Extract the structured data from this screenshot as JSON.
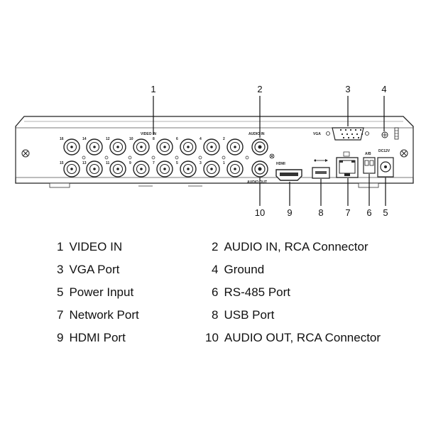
{
  "callouts": [
    "1",
    "2",
    "3",
    "4",
    "10",
    "9",
    "8",
    "7",
    "6",
    "5"
  ],
  "panel_text": {
    "video_in": "VIDEO IN",
    "audio_in": "AUDIO IN",
    "audio_out": "AUDIO OUT",
    "vga": "VGA",
    "hdmi": "HDMI",
    "ab": "A/B",
    "dc": "DC12V"
  },
  "channels_top": [
    "16",
    "14",
    "12",
    "10",
    "8",
    "6",
    "4",
    "2"
  ],
  "channels_bottom": [
    "15",
    "13",
    "11",
    "9",
    "7",
    "5",
    "3",
    "1"
  ],
  "legend": [
    {
      "num": "1",
      "text": "VIDEO IN"
    },
    {
      "num": "2",
      "text": "AUDIO IN, RCA Connector"
    },
    {
      "num": "3",
      "text": "VGA Port"
    },
    {
      "num": "4",
      "text": "Ground"
    },
    {
      "num": "5",
      "text": "Power Input"
    },
    {
      "num": "6",
      "text": "RS-485 Port"
    },
    {
      "num": "7",
      "text": "Network Port"
    },
    {
      "num": "8",
      "text": "USB Port"
    },
    {
      "num": "9",
      "text": "HDMI Port"
    },
    {
      "num": "10",
      "text": "AUDIO OUT, RCA Connector"
    }
  ]
}
